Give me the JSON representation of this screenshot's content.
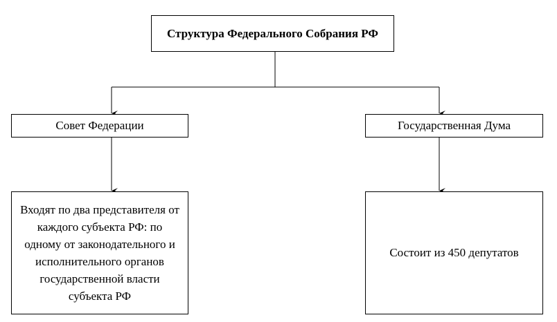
{
  "diagram": {
    "root": {
      "label": "Структура Федерального Собрания РФ"
    },
    "branches": [
      {
        "label": "Совет Федерации",
        "detail": "Входят по два представителя от каждого субъекта РФ: по одному от законодательного и исполнительного органов государственной власти субъекта РФ"
      },
      {
        "label": "Государственная Дума",
        "detail": "Состоит из 450 депутатов"
      }
    ],
    "colors": {
      "line": "#000000",
      "box_border": "#000000",
      "background": "#ffffff"
    }
  }
}
